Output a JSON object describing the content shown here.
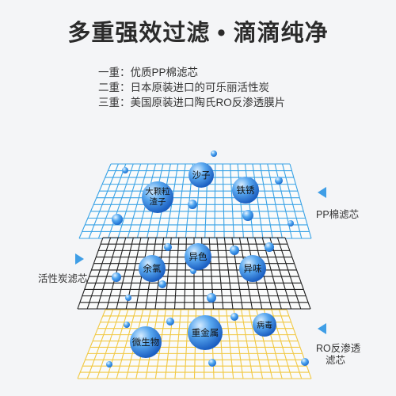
{
  "title": "多重强效过滤 • 滴滴纯净",
  "stages": [
    "一重：优质PP棉滤芯",
    "二重：日本原装进口的可乐丽活性炭",
    "三重：美国原装进口陶氏RO反渗透膜片"
  ],
  "layers": {
    "pp": {
      "label": "PP棉滤芯",
      "color": "#3aa3e6",
      "contaminants": [
        "大颗粒\n渣子",
        "沙子",
        "铁锈"
      ]
    },
    "carbon": {
      "label": "活性炭滤芯",
      "color": "#1e1e1e",
      "contaminants": [
        "余氯",
        "异色",
        "异味"
      ]
    },
    "ro": {
      "label_line1": "RO反渗透",
      "label_line2": "滤芯",
      "color": "#f1c842",
      "contaminants": [
        "微生物",
        "重金属",
        "病毒"
      ]
    }
  }
}
